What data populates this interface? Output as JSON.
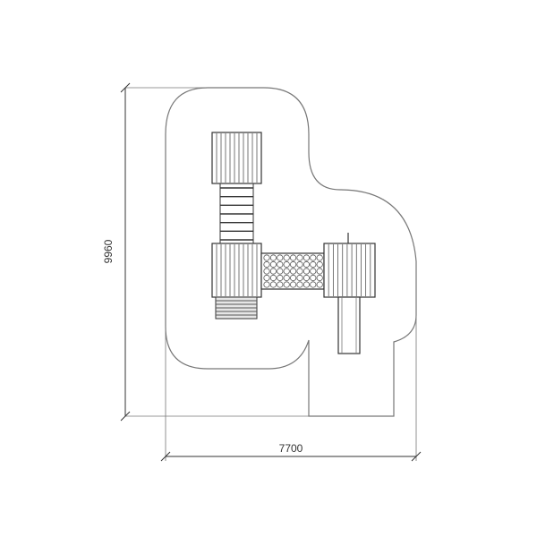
{
  "dimensions": {
    "width_label": "7700",
    "height_label": "9960"
  },
  "colors": {
    "line": "#333333",
    "light_line": "#777777",
    "hatch": "#555555",
    "background": "#ffffff"
  },
  "components": {
    "tower_top_planks": 11,
    "tower_middle_planks": 11,
    "tower_right_planks": 11,
    "ladder_rungs": 7,
    "stair_steps": 6
  }
}
